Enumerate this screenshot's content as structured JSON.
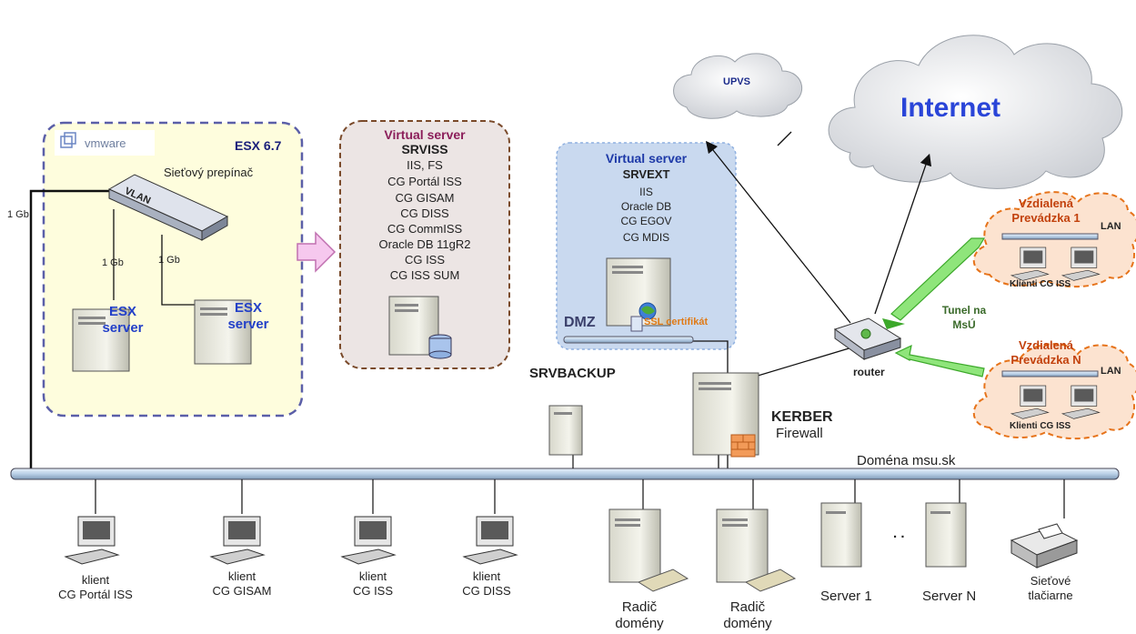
{
  "esx": {
    "logo": "vmware",
    "title": "ESX 6.7",
    "switch_label": "Sieťový prepínač",
    "vlan": "VLAN",
    "uplink": "1 Gb",
    "link_a": "1 Gb",
    "link_b": "1 Gb",
    "server_a": "ESX server",
    "server_b": "ESX server"
  },
  "srviss": {
    "heading": "Virtual server",
    "name": "SRVISS",
    "services": [
      "IIS, FS",
      "CG Portál ISS",
      "CG GISAM",
      "CG DISS",
      "CG CommISS",
      "Oracle DB 11gR2",
      "CG ISS",
      "CG ISS SUM"
    ]
  },
  "srvext": {
    "heading": "Virtual server",
    "name": "SRVEXT",
    "services": [
      "IIS",
      "Oracle DB",
      "CG EGOV",
      "CG MDIS"
    ],
    "dmz": "DMZ",
    "ssl": "SSL certifikát"
  },
  "clouds": {
    "upvs": "UPVS",
    "internet": "Internet"
  },
  "network": {
    "srvbackup": "SRVBACKUP",
    "kerber": "KERBER",
    "firewall": "Firewall",
    "router": "router",
    "tunnel": "Tunel na MsÚ",
    "domain": "Doména msu.sk"
  },
  "remote": [
    {
      "title": "Vzdialená Prevádzka 1",
      "lan": "LAN",
      "clients": "Klienti CG ISS"
    },
    {
      "title": "Vzdialená Prevádzka N",
      "lan": "LAN",
      "clients": "Klienti CG ISS"
    }
  ],
  "bottom": {
    "clients": [
      {
        "line1": "klient",
        "line2": "CG Portál ISS"
      },
      {
        "line1": "klient",
        "line2": "CG GISAM"
      },
      {
        "line1": "klient",
        "line2": "CG ISS"
      },
      {
        "line1": "klient",
        "line2": "CG DISS"
      }
    ],
    "dc1": "Radič domény",
    "dc2": "Radič domény",
    "server1": "Server 1",
    "dots": ". .",
    "serverN": "Server N",
    "printers": "Sieťové tlačiarne"
  }
}
